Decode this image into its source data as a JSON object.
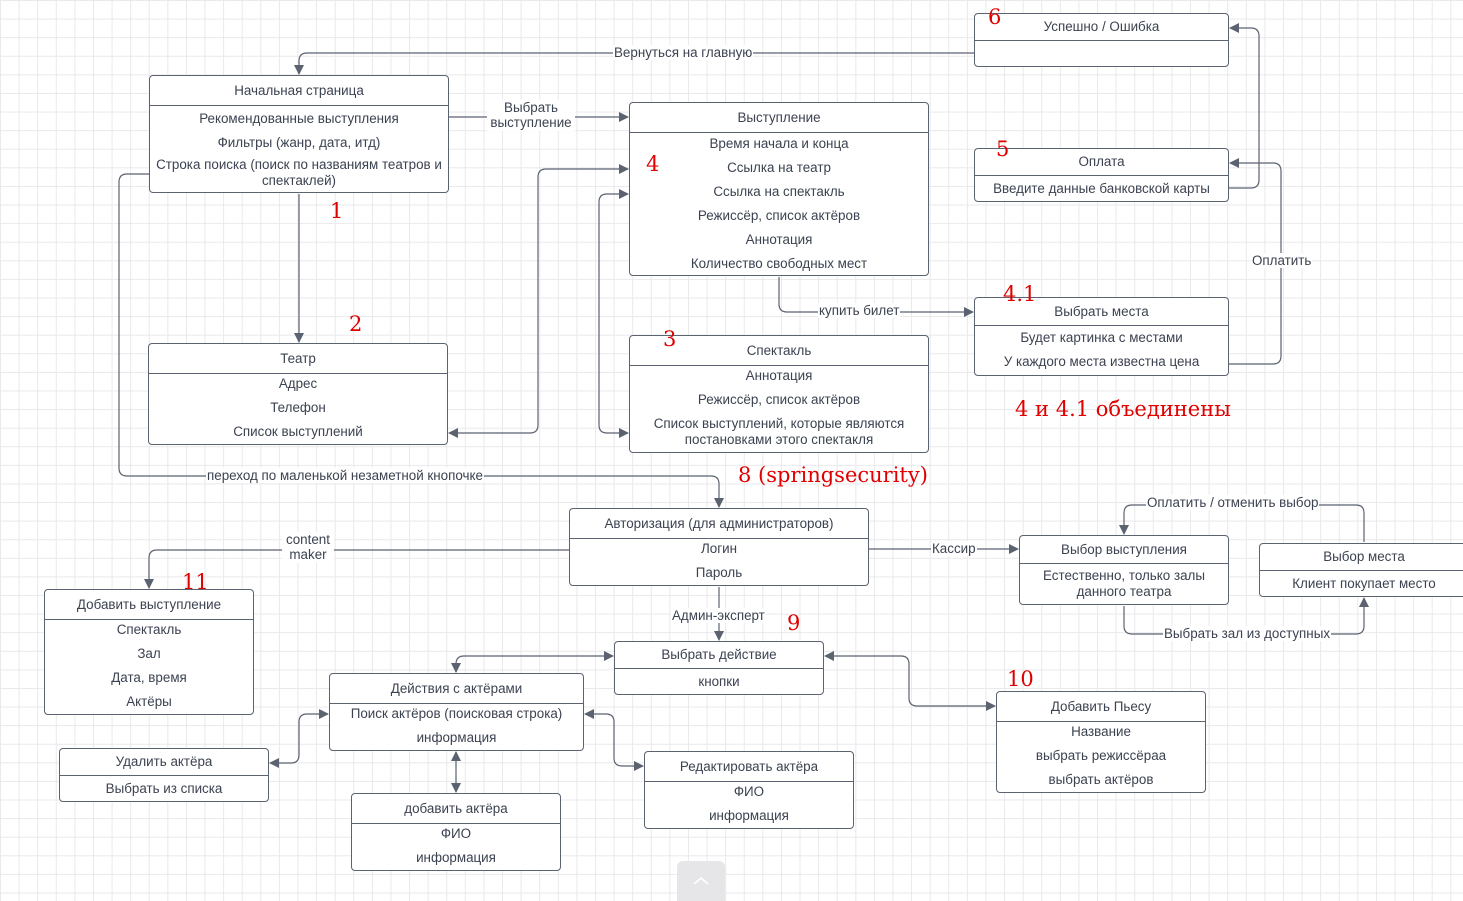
{
  "nodes": {
    "success": {
      "title": "Успешно / Ошибка",
      "rows": []
    },
    "home": {
      "title": "Начальная страница",
      "rows": [
        "Рекомендованные выступления",
        "Фильтры (жанр, дата, итд)",
        "Строка поиска (поиск по названиям театров и спектаклей)"
      ]
    },
    "performance": {
      "title": "Выступление",
      "rows": [
        "Время начала и конца",
        "Ссылка на театр",
        "Ссылка на спектакль",
        "Режиссёр, список актёров",
        "Аннотация",
        "Количество свободных мест"
      ]
    },
    "payment": {
      "title": "Оплата",
      "rows": [
        "Введите данные банковской карты"
      ]
    },
    "seats": {
      "title": "Выбрать места",
      "rows": [
        "Будет картинка с местами",
        "У каждого места известна цена"
      ]
    },
    "theater": {
      "title": "Театр",
      "rows": [
        "Адрес",
        "Телефон",
        "Список выступлений"
      ]
    },
    "play": {
      "title": "Спектакль",
      "rows": [
        "Аннотация",
        "Режиссёр, список актёров",
        "Список выступлений, которые являются постановками этого спектакля"
      ]
    },
    "auth": {
      "title": "Авторизация (для администраторов)",
      "rows": [
        "Логин",
        "Пароль"
      ]
    },
    "choose_perf": {
      "title": "Выбор выступления",
      "rows": [
        "Естественно, только залы данного театра"
      ]
    },
    "choose_seat": {
      "title": "Выбор места",
      "rows": [
        "Клиент покупает место"
      ]
    },
    "add_perf": {
      "title": "Добавить выступление",
      "rows": [
        "Спектакль",
        "Зал",
        "Дата, время",
        "Актёры"
      ]
    },
    "choose_action": {
      "title": "Выбрать действие",
      "rows": [
        "кнопки"
      ]
    },
    "actor_actions": {
      "title": "Действия с актёрами",
      "rows": [
        "Поиск актёров (поисковая строка)",
        "информация"
      ]
    },
    "add_play": {
      "title": "Добавить Пьесу",
      "rows": [
        "Название",
        "выбрать режиссёраа",
        "выбрать актёров"
      ]
    },
    "delete_actor": {
      "title": "Удалить актёра",
      "rows": [
        "Выбрать из списка"
      ]
    },
    "edit_actor": {
      "title": "Редактировать актёра",
      "rows": [
        "ФИО",
        "информация"
      ]
    },
    "add_actor": {
      "title": "добавить актёра",
      "rows": [
        "ФИО",
        "информация"
      ]
    }
  },
  "edge_labels": {
    "back_home": "Вернуться на главную",
    "select_perf": "Выбрать выступление",
    "buy_ticket": "купить билет",
    "pay": "Оплатить",
    "hidden_button": "переход по маленькой незаметной кнопочке",
    "content_maker": "content maker",
    "cashier": "Кассир",
    "admin_expert": "Админ-эксперт",
    "pay_cancel": "Оплатить / отменить выбор",
    "choose_hall": "Выбрать зал из доступных"
  },
  "annotations": {
    "n6": "6",
    "n5": "5",
    "n4": "4",
    "n4_1": "4.1",
    "n1": "1",
    "n2": "2",
    "n3": "3",
    "n8": "8 (springsecurity)",
    "n9": "9",
    "n10": "10",
    "n11": "11",
    "merged_note": "4 и 4.1 объединены"
  },
  "colors": {
    "stroke": "#5b6270",
    "text": "#3b4250",
    "annotation": "#e00000",
    "grid": "#e9e9ec"
  }
}
